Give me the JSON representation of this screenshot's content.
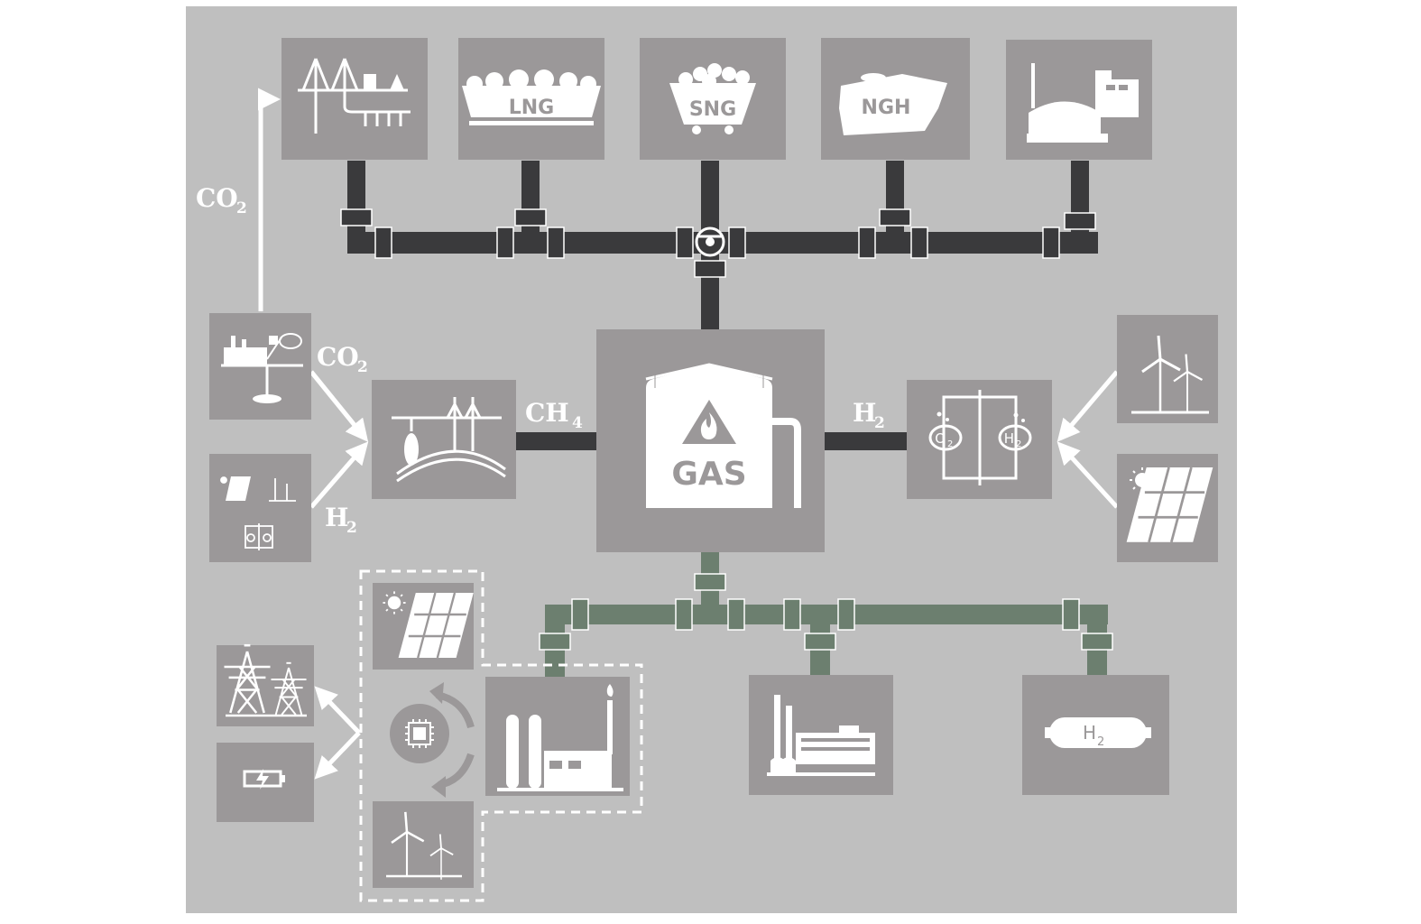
{
  "labels": {
    "co2": "CO",
    "co2_sub": "2",
    "h2": "H",
    "h2_sub": "2",
    "ch4": "CH",
    "ch4_sub": "4",
    "o2": "O",
    "o2_sub": "2"
  },
  "boxes": {
    "lng": "LNG",
    "sng": "SNG",
    "ngh": "NGH",
    "gas": "GAS"
  },
  "colors": {
    "background": "#bfbfbf",
    "box": "#9b9899",
    "dark_pipe": "#3a3a3c",
    "green_pipe": "#6c7f6f",
    "white": "#ffffff"
  },
  "icons": [
    "gas-well-icon",
    "lng-ship-icon",
    "sng-cart-icon",
    "ngh-hydrate-icon",
    "biogas-plant-icon",
    "factory-icon",
    "renewables-icon",
    "underground-storage-icon",
    "gas-tank-icon",
    "electrolyzer-icon",
    "wind-turbine-icon",
    "solar-panel-icon",
    "power-tower-icon",
    "battery-icon",
    "chip-icon",
    "industrial-plant-icon",
    "power-plant-icon",
    "hydrogen-tank-icon",
    "flame-warning-icon",
    "valve-icon"
  ]
}
